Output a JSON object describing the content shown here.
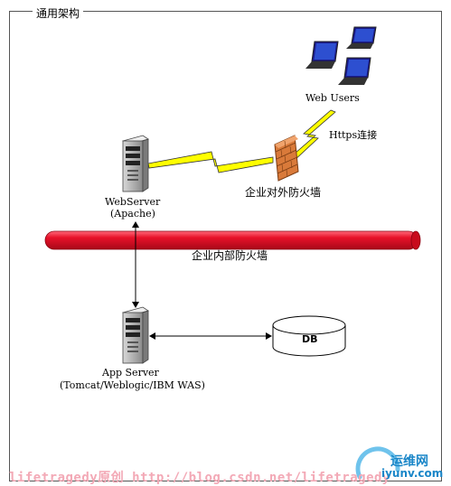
{
  "frame": {
    "title": "通用架构"
  },
  "nodes": {
    "web_users": {
      "label": "Web Users"
    },
    "https_link": {
      "label": "Https连接"
    },
    "outer_firewall": {
      "label": "企业对外防火墙"
    },
    "webserver": {
      "label_line1": "WebServer",
      "label_line2": "(Apache)"
    },
    "inner_firewall": {
      "label": "企业内部防火墙"
    },
    "app_server": {
      "label_line1": "App Server",
      "label_line2": "(Tomcat/Weblogic/IBM WAS)"
    },
    "db": {
      "label": "DB"
    }
  },
  "watermark": {
    "text": "lifetragedy原创 http://blog.csdn.net/lifetragedy"
  },
  "site_logo": {
    "name": "运维网",
    "url_text": "iyunv.com"
  },
  "colors": {
    "inner_firewall": "#e8122a",
    "lightning": "#ffff00",
    "brick": "#d97a3a",
    "frame": "#555555"
  }
}
